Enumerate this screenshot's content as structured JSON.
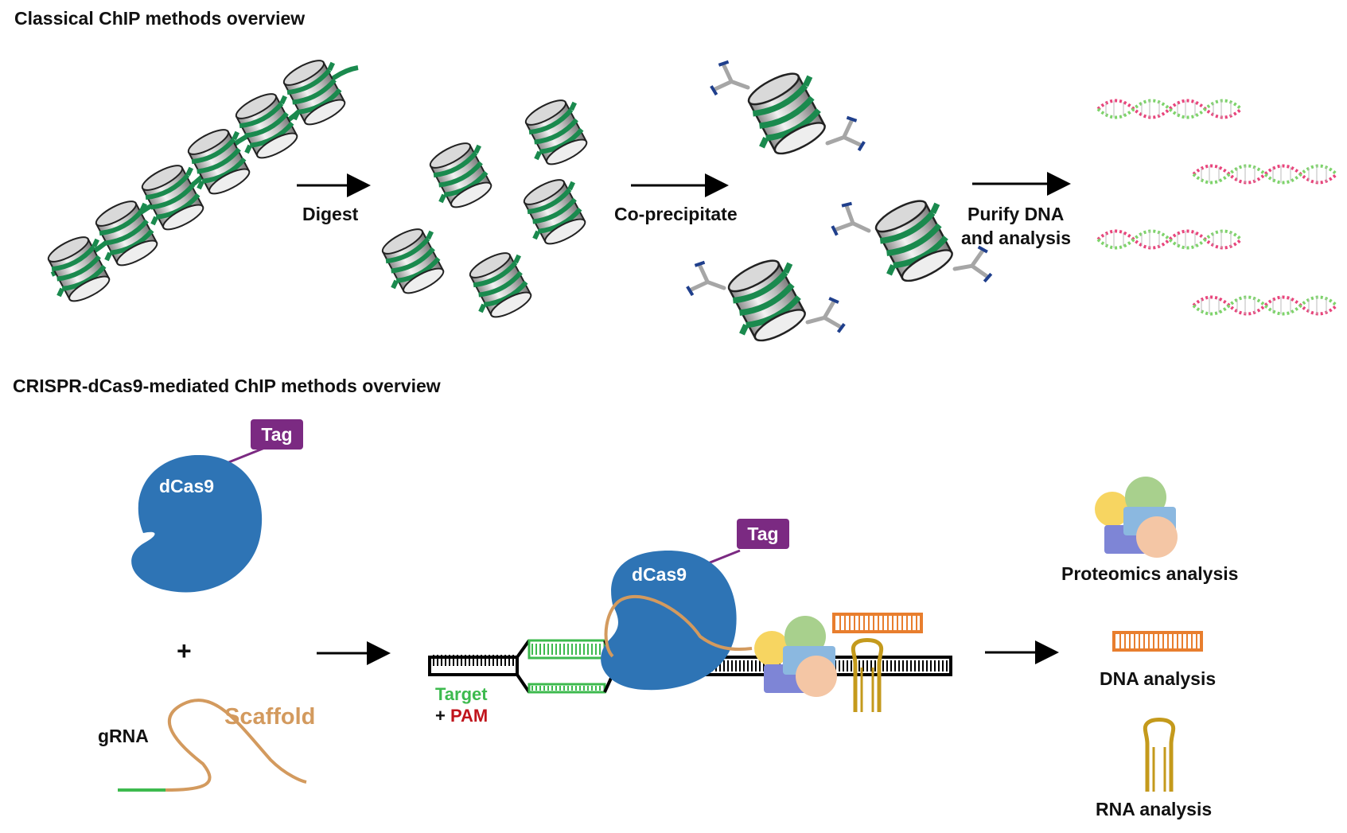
{
  "top": {
    "title": "Classical ChIP methods overview",
    "steps": [
      "Digest",
      "Co-precipitate",
      "Purify DNA",
      "and analysis"
    ]
  },
  "bottom": {
    "title": "CRISPR-dCas9-mediated ChIP methods overview",
    "dcas9": "dCas9",
    "tag": "Tag",
    "plus": "+",
    "grna": "gRNA",
    "scaffold": "Scaffold",
    "target": "Target",
    "pam_prefix": "+",
    "pam": "PAM",
    "analyses": [
      "Proteomics analysis",
      "DNA analysis",
      "RNA analysis"
    ]
  },
  "colors": {
    "histone_wrap": "#1A8A4E",
    "dcas9": "#2E74B5",
    "tag": "#7B2A82",
    "scaffold": "#D39A5E",
    "target": "#3DBA4E",
    "pam": "#C0141C",
    "dna_pink": "#E8457C",
    "dna_green": "#7ED36B",
    "dna_orange": "#E87E2E",
    "rna_hairpin": "#C49A1C",
    "antibody_gray": "#A6A6A6",
    "antibody_blue": "#1F3F8C"
  },
  "icons": [
    "nucleosome-icon",
    "antibody-icon",
    "dna-helix-icon",
    "protein-complex-icon",
    "rna-hairpin-icon"
  ]
}
